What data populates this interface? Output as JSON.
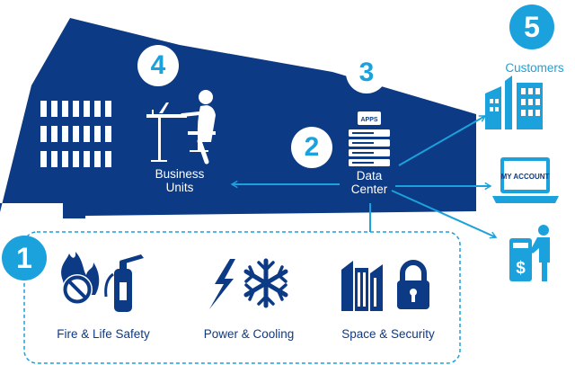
{
  "steps": {
    "s1": "1",
    "s2": "2",
    "s3": "3",
    "s4": "4",
    "s5": "5"
  },
  "labels": {
    "business_units": [
      "Business",
      "Units"
    ],
    "data_center": [
      "Data",
      "Center"
    ],
    "customers": "Customers",
    "apps": "APPS",
    "my_account": "MY ACCOUNT",
    "fire_safety": "Fire & Life Safety",
    "power_cooling": "Power & Cooling",
    "space_security": "Space & Security"
  },
  "colors": {
    "navy": "#0d3a85",
    "cyan": "#1ba1dc",
    "white": "#ffffff"
  },
  "icons": [
    "worker-at-desk-icon",
    "server-rack-icon",
    "office-building-icon",
    "laptop-icon",
    "atm-icon",
    "fire-safety-icon",
    "extinguisher-icon",
    "lightning-icon",
    "snowflake-icon",
    "data-center-building-icon",
    "padlock-icon"
  ]
}
